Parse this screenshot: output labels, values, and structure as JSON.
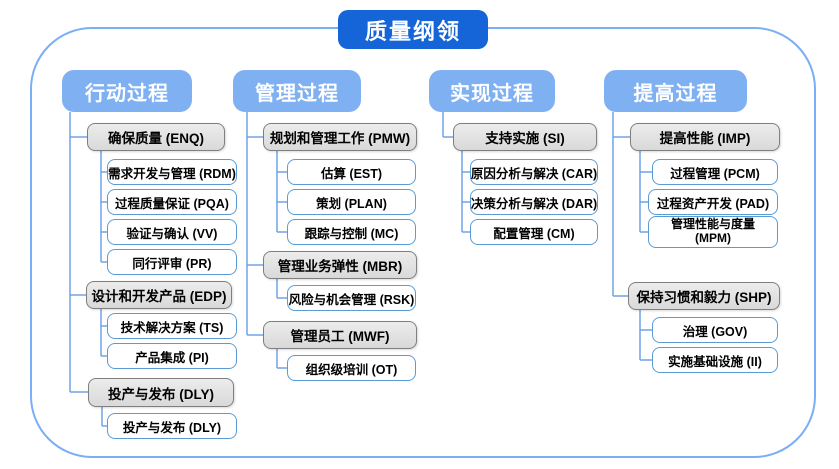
{
  "title": "质量纲领",
  "columns": [
    {
      "header": "行动过程",
      "groups": [
        {
          "label": "确保质量 (ENQ)",
          "children": [
            "需求开发与管理 (RDM)",
            "过程质量保证 (PQA)",
            "验证与确认 (VV)",
            "同行评审 (PR)"
          ]
        },
        {
          "label": "设计和开发产品 (EDP)",
          "children": [
            "技术解决方案 (TS)",
            "产品集成 (PI)"
          ]
        },
        {
          "label": "投产与发布 (DLY)",
          "children": [
            "投产与发布 (DLY)"
          ]
        }
      ]
    },
    {
      "header": "管理过程",
      "groups": [
        {
          "label": "规划和管理工作 (PMW)",
          "children": [
            "估算 (EST)",
            "策划 (PLAN)",
            "跟踪与控制 (MC)"
          ]
        },
        {
          "label": "管理业务弹性 (MBR)",
          "children": [
            "风险与机会管理 (RSK)"
          ]
        },
        {
          "label": "管理员工 (MWF)",
          "children": [
            "组织级培训 (OT)"
          ]
        }
      ]
    },
    {
      "header": "实现过程",
      "groups": [
        {
          "label": "支持实施 (SI)",
          "children": [
            "原因分析与解决 (CAR)",
            "决策分析与解决 (DAR)",
            "配置管理 (CM)"
          ]
        }
      ]
    },
    {
      "header": "提高过程",
      "groups": [
        {
          "label": "提高性能 (IMP)",
          "children": [
            "过程管理 (PCM)",
            "过程资产开发 (PAD)",
            "管理性能与度量\n(MPM)"
          ]
        },
        {
          "label": "保持习惯和毅力 (SHP)",
          "children": [
            "治理 (GOV)",
            "实施基础设施 (II)"
          ]
        }
      ]
    }
  ],
  "colors": {
    "title_bg": "#1565D8",
    "header_bg": "#7FB0F2",
    "gray_border": "#7F7F7F",
    "white_border": "#5B9BD5",
    "connector": "#6FA3E8",
    "frame_border": "#7AAEF5"
  }
}
